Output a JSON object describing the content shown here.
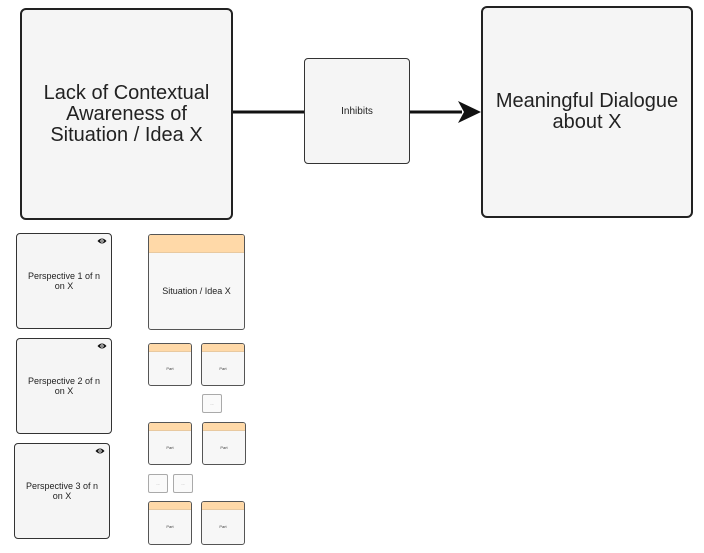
{
  "main_diagram": {
    "source_label": "Lack of Contextual Awareness of Situation / Idea X",
    "relation_label": "Inhibits",
    "target_label": "Meaningful Dialogue about X"
  },
  "perspectives": [
    {
      "label": "Perspective 1 of n on X",
      "icon": "eye-icon"
    },
    {
      "label": "Perspective 2 of n on X",
      "icon": "eye-icon"
    },
    {
      "label": "Perspective 3 of n on X",
      "icon": "eye-icon"
    }
  ],
  "situation": {
    "label": "Situation / Idea X"
  },
  "small_cards": {
    "label": "Part"
  },
  "tiny_boxes": {
    "label": "..."
  },
  "colors": {
    "card_header": "#ffd9a8",
    "box_fill": "#f5f5f5",
    "stroke": "#222222"
  }
}
